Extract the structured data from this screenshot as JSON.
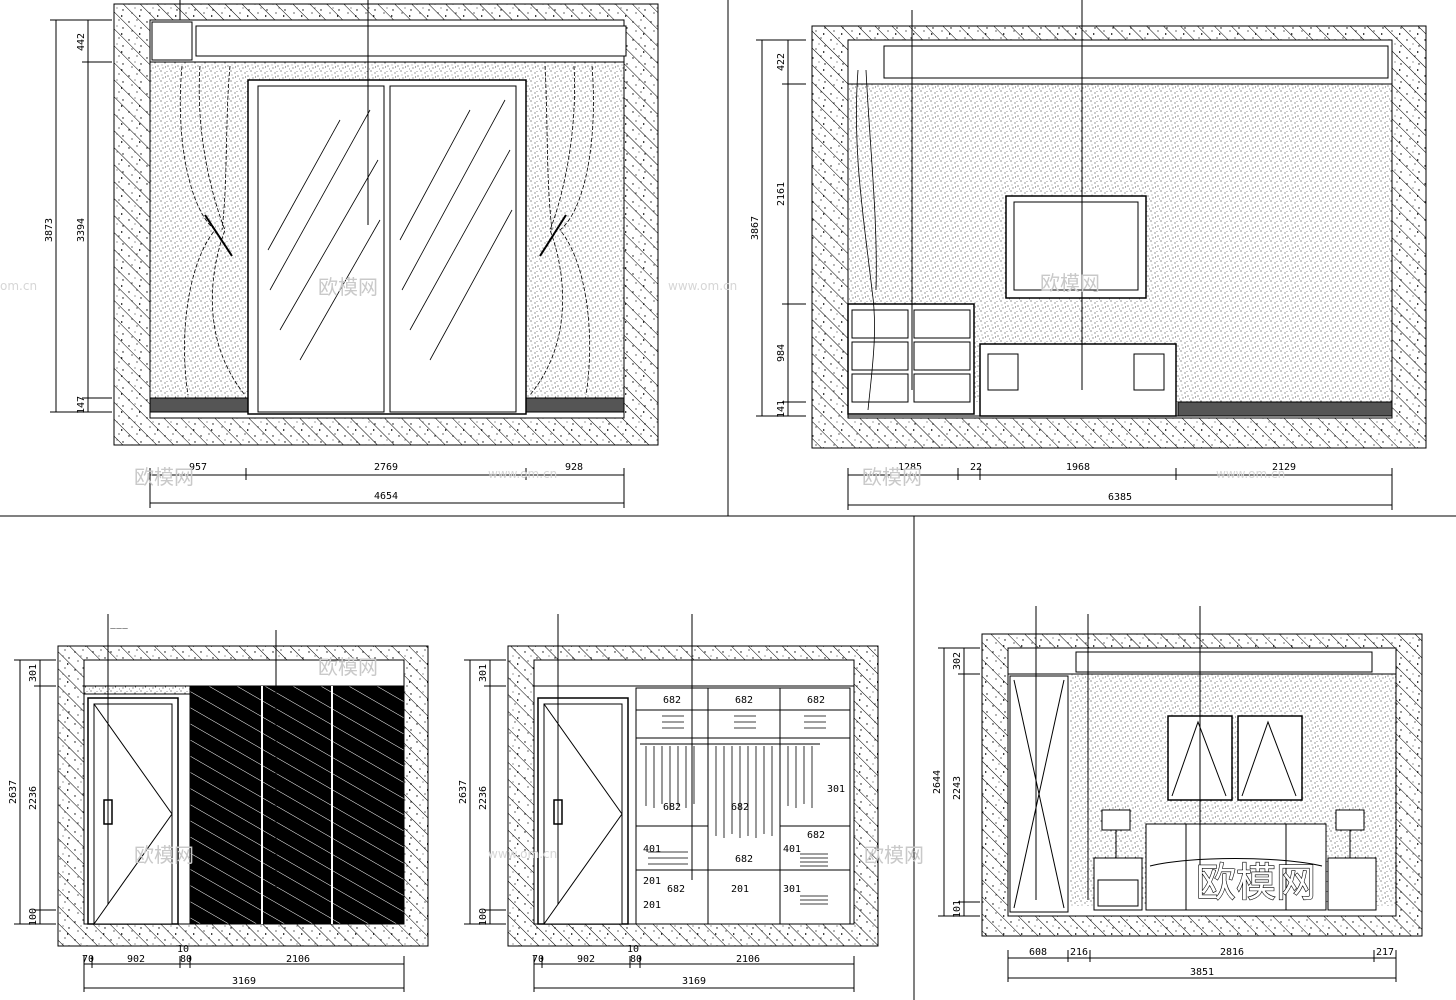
{
  "watermark": {
    "brand": "欧模网",
    "url": "www.om.cn",
    "url_partial": "om.cn"
  },
  "panels": [
    {
      "id": "elevation-a",
      "height_dims": [
        "3873",
        "442",
        "3394",
        "147"
      ],
      "width_dims": [
        "957",
        "2769",
        "928"
      ],
      "total_width": "4654"
    },
    {
      "id": "elevation-b",
      "height_dims": [
        "3867",
        "422",
        "2161",
        "984",
        "141"
      ],
      "width_dims": [
        "1285",
        "22",
        "1968",
        "2129"
      ],
      "total_width": "6385"
    },
    {
      "id": "elevation-c",
      "height_dims": [
        "2637",
        "301",
        "2236",
        "100"
      ],
      "width_dims": [
        "70",
        "902",
        "10",
        "80",
        "2106"
      ],
      "total_width": "3169"
    },
    {
      "id": "elevation-d",
      "height_dims": [
        "2637",
        "301",
        "2236",
        "100"
      ],
      "width_dims": [
        "70",
        "902",
        "10",
        "80",
        "2106"
      ],
      "total_width": "3169",
      "wardrobe_labels": [
        "682",
        "682",
        "682",
        "682",
        "682",
        "682",
        "682",
        "682",
        "401",
        "401",
        "301",
        "201",
        "201",
        "201",
        "301"
      ]
    },
    {
      "id": "elevation-e",
      "height_dims": [
        "2644",
        "302",
        "2243",
        "101"
      ],
      "width_dims": [
        "608",
        "216",
        "2816",
        "217"
      ],
      "total_width": "3851"
    }
  ]
}
